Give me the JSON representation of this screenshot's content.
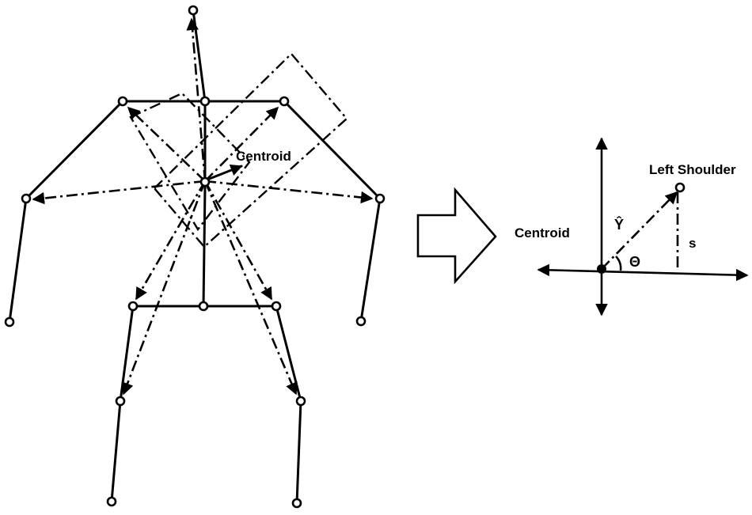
{
  "skeleton": {
    "centroid_label": "Centroid"
  },
  "polar": {
    "centroid_label": "Centroid",
    "left_shoulder_label": "Left Shoulder",
    "y_hat_label": "Ŷ",
    "s_label": "s",
    "theta_label": "Θ"
  },
  "colors": {
    "stroke": "#000000",
    "background": "#ffffff"
  }
}
